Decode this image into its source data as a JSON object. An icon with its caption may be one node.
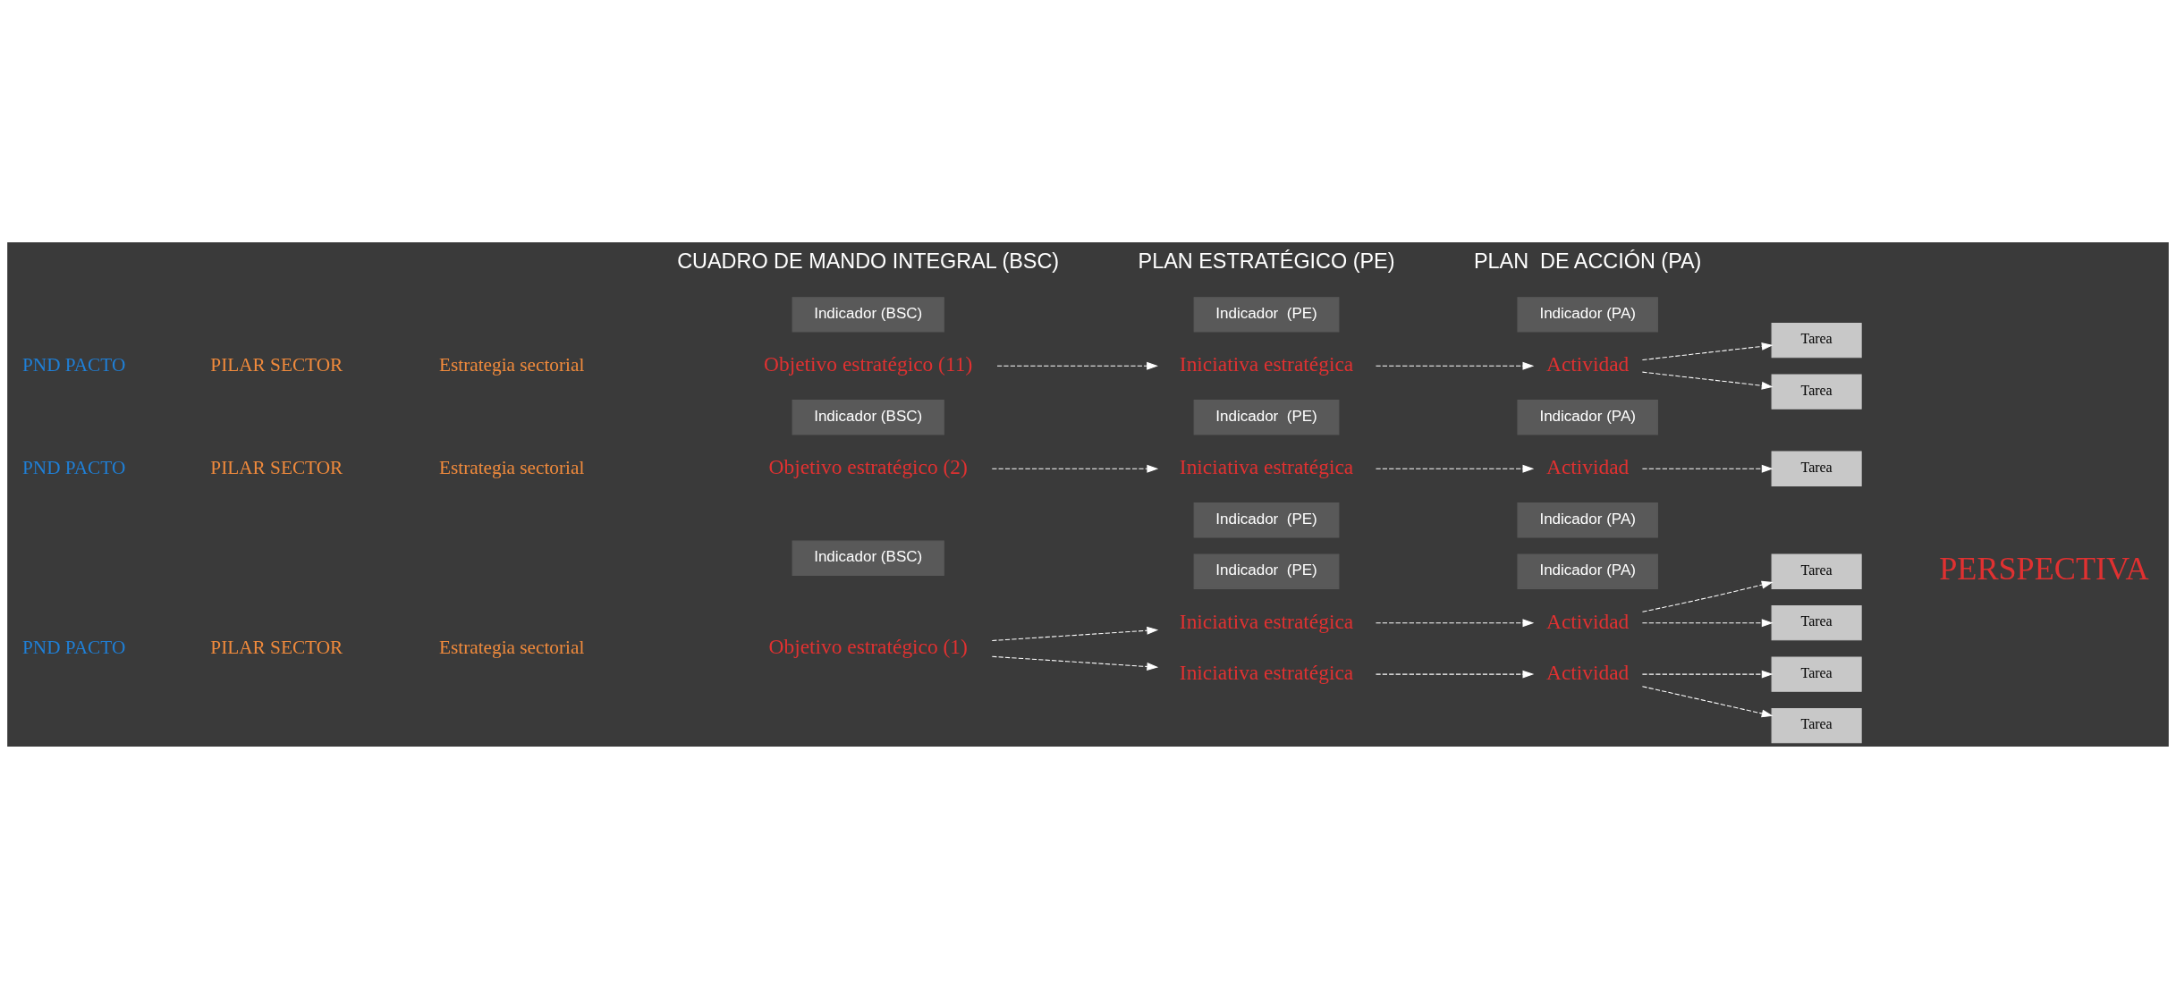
{
  "diagram": {
    "nodes": [
      {
        "text": [
          "Objetivo estratégico (1)"
        ]
      },
      {
        "text": [
          "Indicador (BSC)"
        ]
      },
      {
        "text": [
          "Iniciativa estratégica"
        ]
      },
      {
        "text": [
          "Indicador  (PE)"
        ]
      },
      {
        "text": [
          "Actividad"
        ]
      },
      {
        "text": [
          "Indicador (PA)"
        ]
      },
      {
        "text": [
          "Tarea"
        ]
      },
      {
        "text": [
          "Tarea"
        ]
      },
      {
        "text": [
          "Iniciativa estratégica"
        ]
      },
      {
        "text": [
          "Indicador  (PE)"
        ]
      },
      {
        "text": [
          "Actividad"
        ]
      },
      {
        "text": [
          "Indicador (PA)"
        ]
      },
      {
        "text": [
          "Tarea"
        ]
      },
      {
        "text": [
          "Tarea"
        ]
      },
      {
        "text": [
          "Objetivo estratégico (2)"
        ]
      },
      {
        "text": [
          "Indicador (BSC)"
        ]
      },
      {
        "text": [
          "Iniciativa estratégica"
        ]
      },
      {
        "text": [
          "Indicador  (PE)"
        ]
      },
      {
        "text": [
          "Actividad"
        ]
      },
      {
        "text": [
          "Indicador (PA)"
        ]
      },
      {
        "text": [
          "Tarea"
        ]
      },
      {
        "text": [
          "Objetivo estratégico (11)"
        ]
      },
      {
        "text": [
          "Indicador (BSC)"
        ]
      },
      {
        "text": [
          "Iniciativa estratégica"
        ]
      },
      {
        "text": [
          "Indicador  (PE)"
        ]
      },
      {
        "text": [
          "Actividad"
        ]
      },
      {
        "text": [
          "Indicador (PA)"
        ]
      },
      {
        "text": [
          "Tarea"
        ]
      },
      {
        "text": [
          "Tarea"
        ]
      }
    ],
    "edges": [
      {
        "from": 0,
        "to": 2,
        "arrow": "to",
        "style": "dashed"
      },
      {
        "from": 0,
        "to": 8,
        "arrow": "to",
        "style": "dashed"
      },
      {
        "from": 2,
        "to": 4,
        "arrow": "to",
        "style": "dashed"
      },
      {
        "from": 4,
        "to": 6,
        "arrow": "to",
        "style": "dashed"
      },
      {
        "from": 4,
        "to": 7,
        "arrow": "to",
        "style": "dashed"
      },
      {
        "from": 8,
        "to": 10,
        "arrow": "to",
        "style": "dashed"
      },
      {
        "from": 10,
        "to": 12,
        "arrow": "to",
        "style": "dashed"
      },
      {
        "from": 10,
        "to": 13,
        "arrow": "to",
        "style": "dashed"
      },
      {
        "from": 14,
        "to": 16,
        "arrow": "to",
        "style": "dashed"
      },
      {
        "from": 16,
        "to": 18,
        "arrow": "to",
        "style": "dashed"
      },
      {
        "from": 18,
        "to": 20,
        "arrow": "to",
        "style": "dashed"
      },
      {
        "from": 21,
        "to": 23,
        "arrow": "to",
        "style": "dashed"
      },
      {
        "from": 23,
        "to": 25,
        "arrow": "to",
        "style": "dashed"
      },
      {
        "from": 25,
        "to": 27,
        "arrow": "to",
        "style": "dashed"
      },
      {
        "from": 25,
        "to": 28,
        "arrow": "to",
        "style": "dashed"
      }
    ],
    "labels": [
      "CUADRO DE MANDO INTEGRAL (BSC)",
      "PLAN ESTRATÉGICO (PE)",
      "PLAN  DE ACCIÓN (PA)",
      "PND PACTO",
      "PILAR SECTOR",
      "Estrategia sectorial",
      "PND PACTO",
      "PILAR SECTOR",
      "Estrategia sectorial",
      "PND PACTO",
      "PILAR SECTOR",
      "Estrategia sectorial",
      "PERSPECTIVA"
    ]
  }
}
